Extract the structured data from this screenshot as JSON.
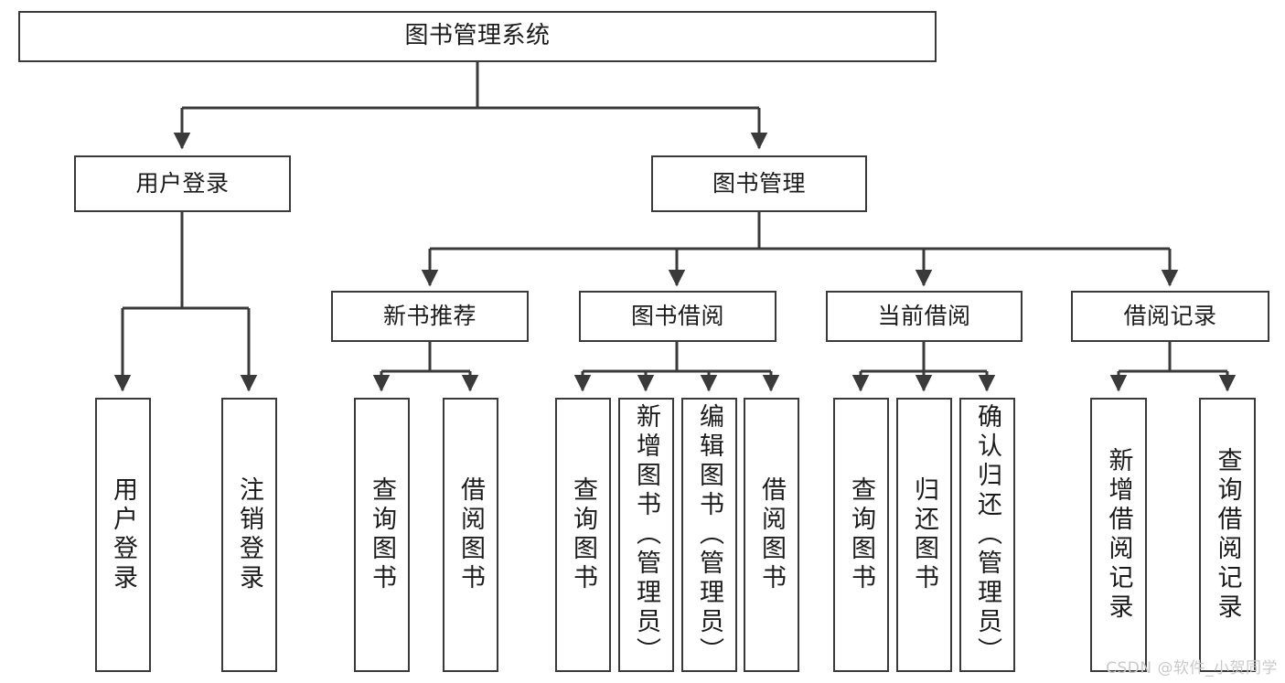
{
  "diagram": {
    "title": "图书管理系统",
    "type": "tree-hierarchy-diagram",
    "watermark": "CSDN @软件_小贺同学",
    "colors": {
      "box_border": "#3a3a3a",
      "box_fill": "#ffffff",
      "edge": "#3a3a3a",
      "text": "#1b1b1b",
      "watermark": "#c9c9c9",
      "background": "#ffffff"
    }
  },
  "nodes": {
    "root": {
      "label": "图书管理系统"
    },
    "level2": [
      {
        "id": "user-login",
        "label": "用户登录"
      },
      {
        "id": "book-management",
        "label": "图书管理"
      }
    ],
    "level3": [
      {
        "id": "new-book-recommend",
        "label": "新书推荐"
      },
      {
        "id": "book-borrow",
        "label": "图书借阅"
      },
      {
        "id": "current-borrow",
        "label": "当前借阅"
      },
      {
        "id": "borrow-record",
        "label": "借阅记录"
      }
    ],
    "leaves": {
      "user_login": [
        {
          "id": "leaf-user-login",
          "label": "用户登录"
        },
        {
          "id": "leaf-logout-login",
          "label": "注销登录"
        }
      ],
      "new_book_recommend": [
        {
          "id": "leaf-query-book-1",
          "label": "查询图书"
        },
        {
          "id": "leaf-borrow-book-1",
          "label": "借阅图书"
        }
      ],
      "book_borrow": [
        {
          "id": "leaf-query-book-2",
          "label": "查询图书"
        },
        {
          "id": "leaf-add-book",
          "label": "新增图书（管理员）"
        },
        {
          "id": "leaf-edit-book",
          "label": "编辑图书（管理员）"
        },
        {
          "id": "leaf-borrow-book-2",
          "label": "借阅图书"
        }
      ],
      "current_borrow": [
        {
          "id": "leaf-query-book-3",
          "label": "查询图书"
        },
        {
          "id": "leaf-return-book",
          "label": "归还图书"
        },
        {
          "id": "leaf-confirm-return",
          "label": "确认归还（管理员）"
        }
      ],
      "borrow_record": [
        {
          "id": "leaf-add-borrow-record",
          "label": "新增借阅记录"
        },
        {
          "id": "leaf-query-borrow-record",
          "label": "查询借阅记录"
        }
      ]
    }
  }
}
